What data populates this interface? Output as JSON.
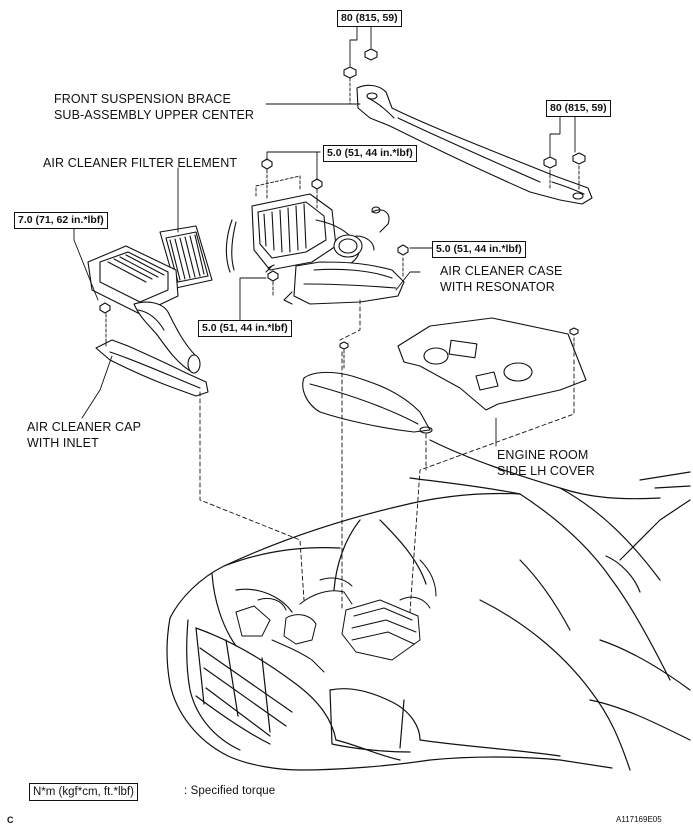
{
  "labels": {
    "brace_line1": "FRONT SUSPENSION BRACE",
    "brace_line2": "SUB-ASSEMBLY UPPER CENTER",
    "filter": "AIR CLEANER FILTER ELEMENT",
    "case_line1": "AIR CLEANER CASE",
    "case_line2": "WITH RESONATOR",
    "cap_line1": "AIR CLEANER CAP",
    "cap_line2": "WITH INLET",
    "cover_line1": "ENGINE ROOM",
    "cover_line2": "SIDE LH COVER"
  },
  "torque": {
    "brace_left": "80 (815, 59)",
    "brace_right": "80 (815, 59)",
    "case_top": "5.0 (51, 44 in.*lbf)",
    "case_right": "5.0 (51, 44 in.*lbf)",
    "case_bottom": "5.0 (51, 44 in.*lbf)",
    "cap": "7.0 (71, 62 in.*lbf)"
  },
  "legend": {
    "box_text": "N*m (kgf*cm, ft.*lbf)",
    "desc": ": Specified torque"
  },
  "corner_letter": "C",
  "figure_id": "A117169E05"
}
